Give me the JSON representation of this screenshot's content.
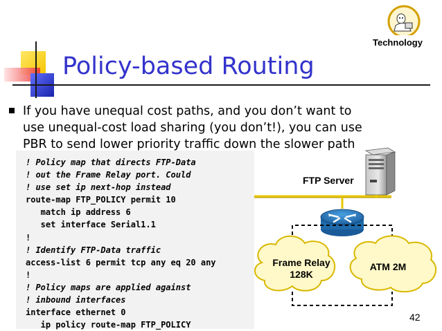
{
  "slide": {
    "title": "Policy-based Routing",
    "logo_label": "Technology",
    "bullet": "If you have unequal cost paths, and you don’t want to use unequal-cost load sharing (you don’t!), you can use PBR to send lower priority traffic down the slower path",
    "bullet_lines": [
      "If you have unequal cost paths, and you don’t want to",
      "use unequal-cost load sharing (you don’t!), you can use",
      "PBR to send lower priority traffic down the slower path"
    ],
    "page_number": "42"
  },
  "code": {
    "lines": [
      {
        "text": "! Policy map that directs FTP-Data",
        "comment": true
      },
      {
        "text": "! out the Frame Relay port. Could",
        "comment": true
      },
      {
        "text": "! use set ip next-hop instead",
        "comment": true
      },
      {
        "text": "route-map FTP_POLICY permit 10",
        "comment": false
      },
      {
        "text": "   match ip address 6",
        "comment": false
      },
      {
        "text": "   set interface Serial1.1",
        "comment": false
      },
      {
        "text": "!",
        "comment": false
      },
      {
        "text": "! Identify FTP-Data traffic",
        "comment": true
      },
      {
        "text": "access-list 6 permit tcp any eq 20 any",
        "comment": false
      },
      {
        "text": "!",
        "comment": false
      },
      {
        "text": "! Policy maps are applied against",
        "comment": true
      },
      {
        "text": "! inbound interfaces",
        "comment": true
      },
      {
        "text": "interface ethernet 0",
        "comment": false
      },
      {
        "text": "   ip policy route-map FTP_POLICY",
        "comment": false
      }
    ]
  },
  "diagram": {
    "server_label": "FTP Server",
    "cloud_frame_relay": [
      "Frame Relay",
      "128K"
    ],
    "cloud_atm": "ATM 2M",
    "colors": {
      "router_blue": "#2277bb",
      "ethernet_line": "#e8c800",
      "cloud_fill": "#fff8c8",
      "dashed_link": "#000000"
    }
  },
  "colors": {
    "title": "#3333cc",
    "deco_yellow": "#ffdd33",
    "deco_red": "#ee3333",
    "deco_blue": "#3344dd"
  }
}
